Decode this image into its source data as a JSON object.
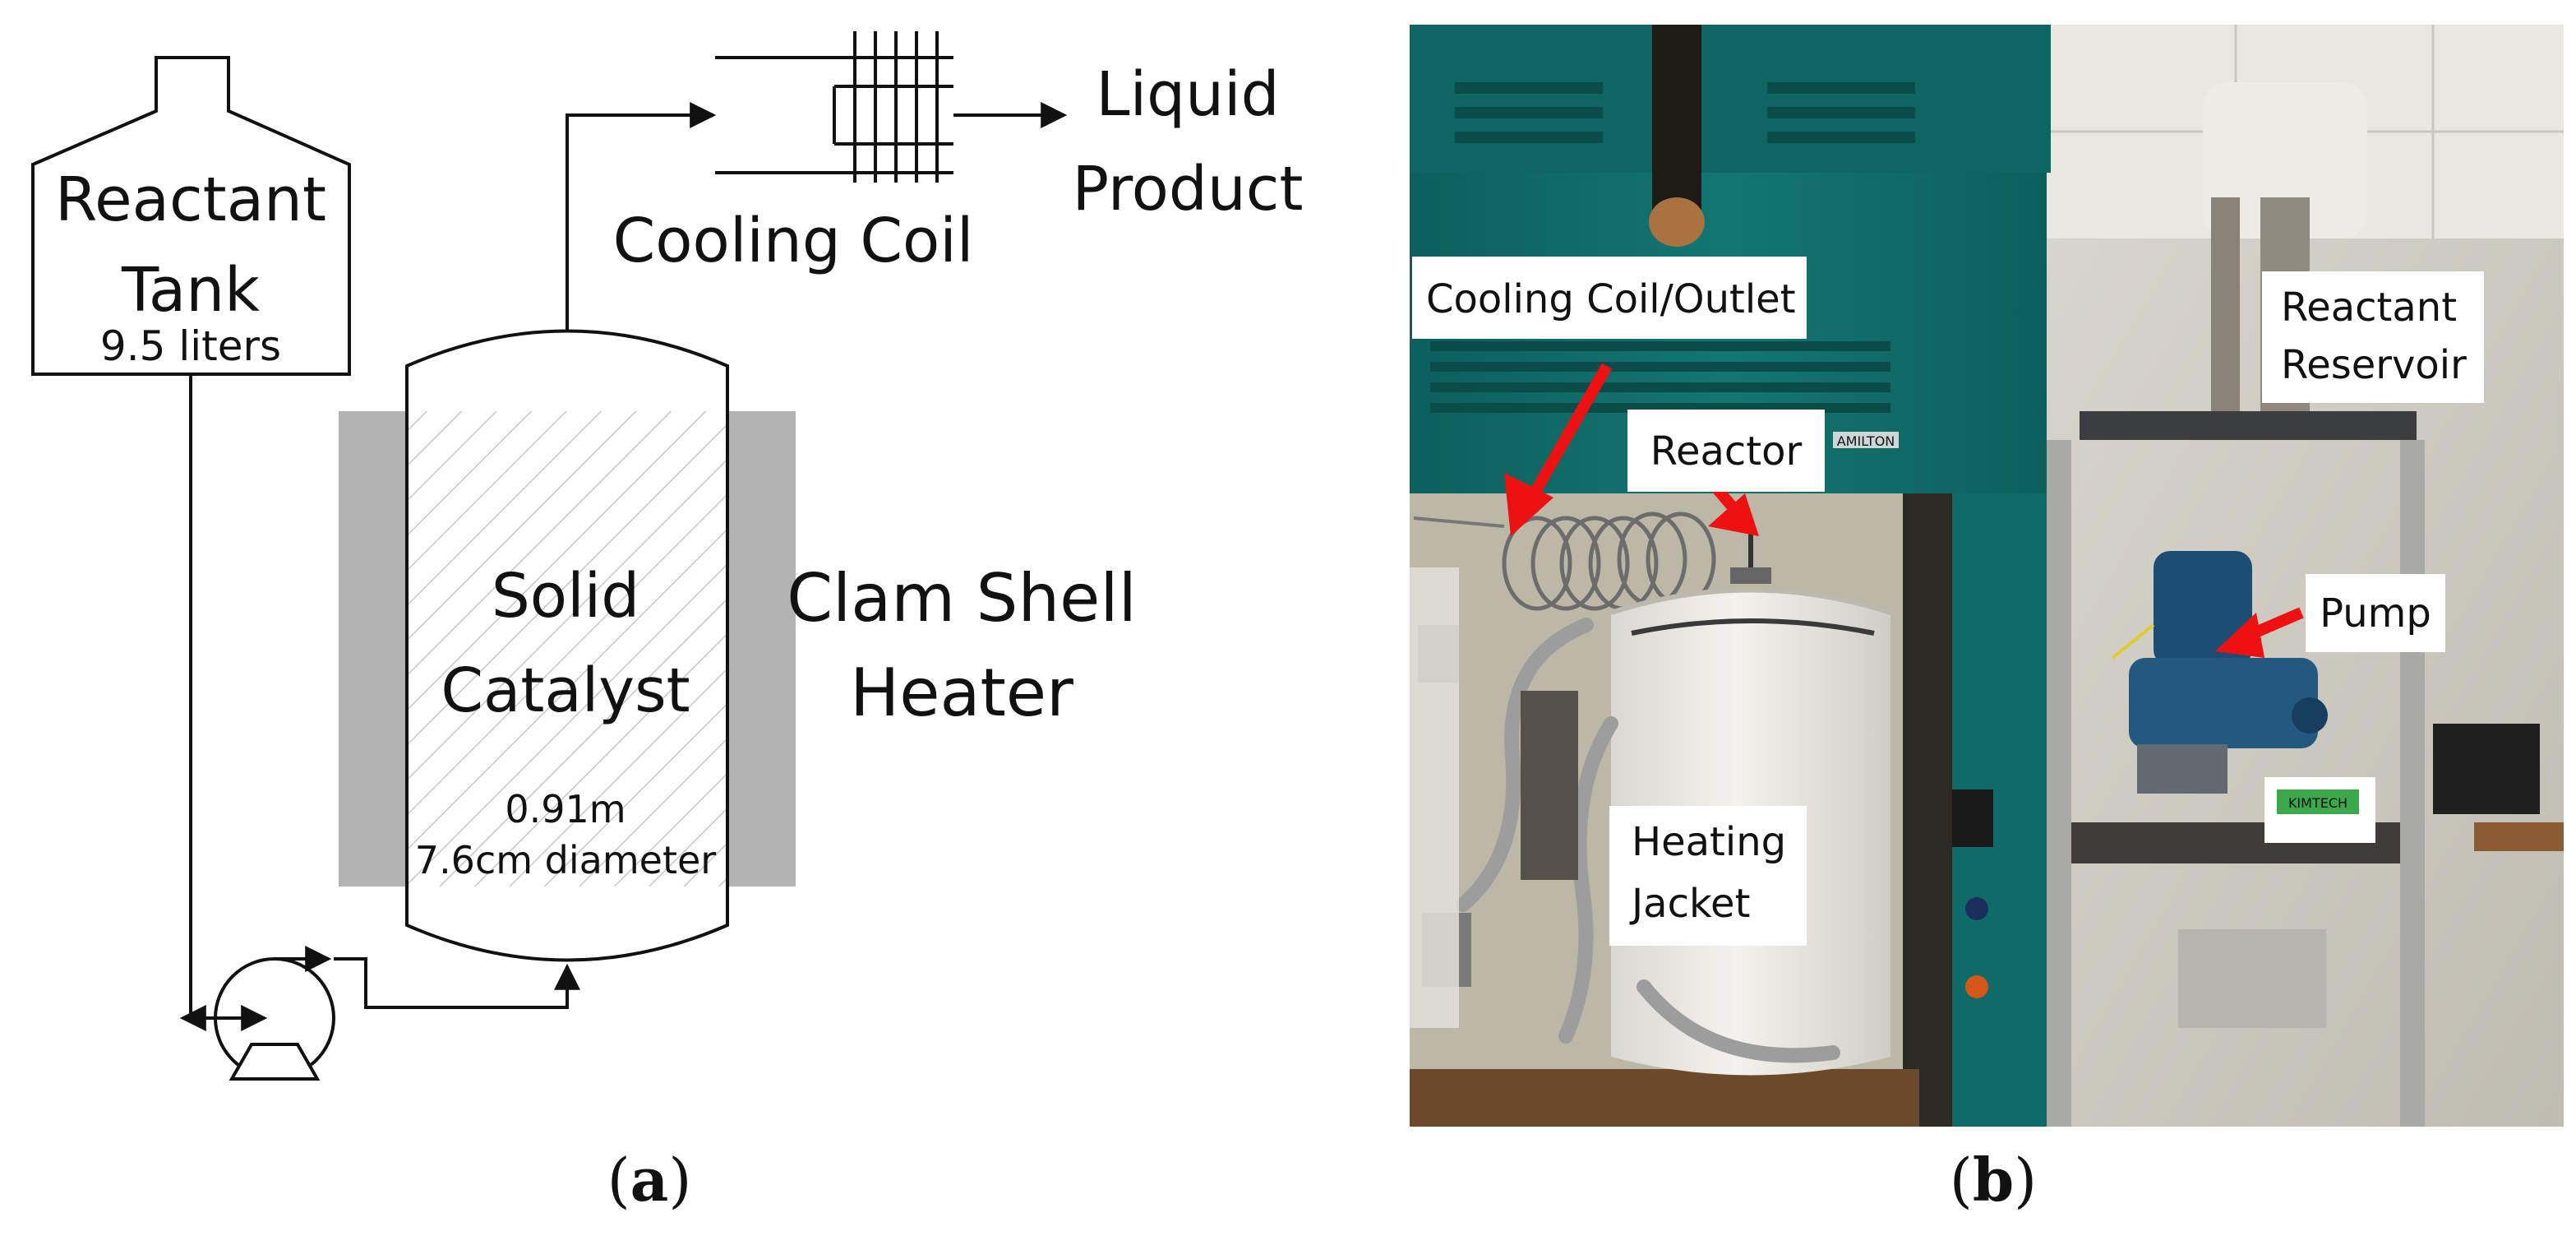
{
  "diagram": {
    "tank_label_1": "Reactant",
    "tank_label_2": "Tank",
    "tank_volume": "9.5 liters",
    "cooling_coil": "Cooling Coil",
    "liquid": "Liquid",
    "product": "Product",
    "catalyst_1": "Solid",
    "catalyst_2": "Catalyst",
    "length": "0.91m",
    "diameter": "7.6cm diameter",
    "heater_1": "Clam Shell",
    "heater_2": "Heater",
    "caption_prefix": "(",
    "caption_letter": "a",
    "caption_suffix": ")"
  },
  "photo": {
    "label_cooling": "Cooling Coil/Outlet",
    "label_reactor": "Reactor",
    "label_reservoir_1": "Reactant",
    "label_reservoir_2": "Reservoir",
    "label_pump": "Pump",
    "label_heating_1": "Heating",
    "label_heating_2": "Jacket",
    "brand": "AMILTON",
    "box_brand": "KIMTECH",
    "caption_prefix": "(",
    "caption_letter": "b",
    "caption_suffix": ")"
  },
  "colors": {
    "cabinet_teal": "#0f6b68",
    "heater_gray": "#b3b3b3",
    "arrow_red": "#ee1111",
    "insulation": "#ecebe6"
  }
}
